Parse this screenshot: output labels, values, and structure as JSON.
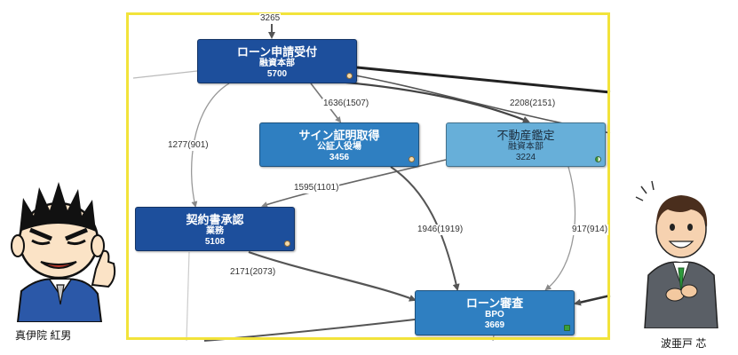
{
  "nodes": {
    "loan_application": {
      "title": "ローン申請受付",
      "department": "融資本部",
      "count": "5700",
      "color": "#1d4f9c"
    },
    "sign_proof": {
      "title": "サイン証明取得",
      "department": "公証人役場",
      "count": "3456",
      "color": "#2f7fc1"
    },
    "real_estate": {
      "title": "不動産鑑定",
      "department": "融資本部",
      "count": "3224",
      "color": "#67afd9"
    },
    "contract": {
      "title": "契約書承認",
      "department": "業務",
      "count": "5108",
      "color": "#1d4f9c"
    },
    "loan_review": {
      "title": "ローン審査",
      "department": "BPO",
      "count": "3669",
      "color": "#2f7fc1"
    }
  },
  "edges": {
    "top_in": "3265",
    "to_sign": "1636(1507)",
    "to_estate": "2208(2151)",
    "to_contract": "1277(901)",
    "estate_to_contract": "1595(1101)",
    "sign_to_review": "1946(1919)",
    "estate_to_review": "917(914)",
    "contract_to_review": "2171(2073)"
  },
  "characters": {
    "left_name": "真伊院 紅男",
    "right_name": "波亜戸 芯"
  },
  "colors": {
    "highlight_frame": "#f2e33a",
    "edge_gray": "#555555"
  }
}
